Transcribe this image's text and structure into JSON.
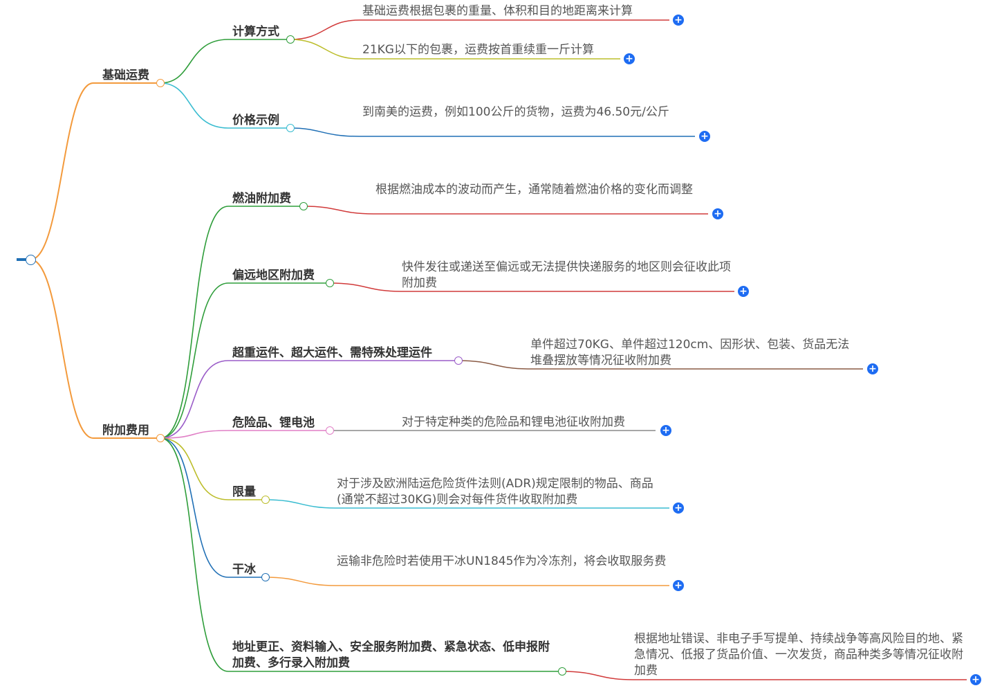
{
  "colors": {
    "orange": "#f39a3c",
    "green": "#2e9d3a",
    "teal": "#38bcd0",
    "red": "#d13a3a",
    "olive": "#bcbd2a",
    "blue": "#1f6fb5",
    "purple": "#9a5cc8",
    "brown": "#8a5a44",
    "pink": "#e07fc6",
    "gray": "#888888",
    "plus": "#1e6cf2"
  },
  "icons": {
    "expand": "plus-circle-icon",
    "root": "root-node-bar"
  },
  "mindmap": {
    "branches": [
      {
        "label": "基础运费",
        "children": [
          {
            "label": "计算方式",
            "leaves": [
              "基础运费根据包裹的重量、体积和目的地距离来计算",
              "21KG以下的包裹，运费按首重续重一斤计算"
            ]
          },
          {
            "label": "价格示例",
            "leaves": [
              "到南美的运费，例如100公斤的货物，运费为46.50元/公斤"
            ]
          }
        ]
      },
      {
        "label": "附加费用",
        "children": [
          {
            "label": "燃油附加费",
            "leaves": [
              "根据燃油成本的波动而产生，通常随着燃油价格的变化而调整"
            ]
          },
          {
            "label": "偏远地区附加费",
            "leaves": [
              "快件发往或递送至偏远或无法提供快递服务的地区则会征收此项附加费"
            ]
          },
          {
            "label": "超重运件、超大运件、需特殊处理运件",
            "leaves": [
              "单件超过70KG、单件超过120cm、因形状、包装、货品无法堆叠摆放等情况征收附加费"
            ]
          },
          {
            "label": "危险品、锂电池",
            "leaves": [
              "对于特定种类的危险品和锂电池征收附加费"
            ]
          },
          {
            "label": "限量",
            "leaves": [
              "对于涉及欧洲陆运危险货件法则(ADR)规定限制的物品、商品(通常不超过30KG)则会对每件货件收取附加费"
            ]
          },
          {
            "label": "干冰",
            "leaves": [
              "运输非危险时若使用干冰UN1845作为冷冻剂，将会收取服务费"
            ]
          },
          {
            "label": "地址更正、资料输入、安全服务附加费、紧急状态、低申报附加费、多行录入附加费",
            "leaves": [
              "根据地址错误、非电子手写提单、持续战争等高风险目的地、紧急情况、低报了货品价值、一次发货，商品种类多等情况征收附加费"
            ]
          }
        ]
      }
    ]
  }
}
